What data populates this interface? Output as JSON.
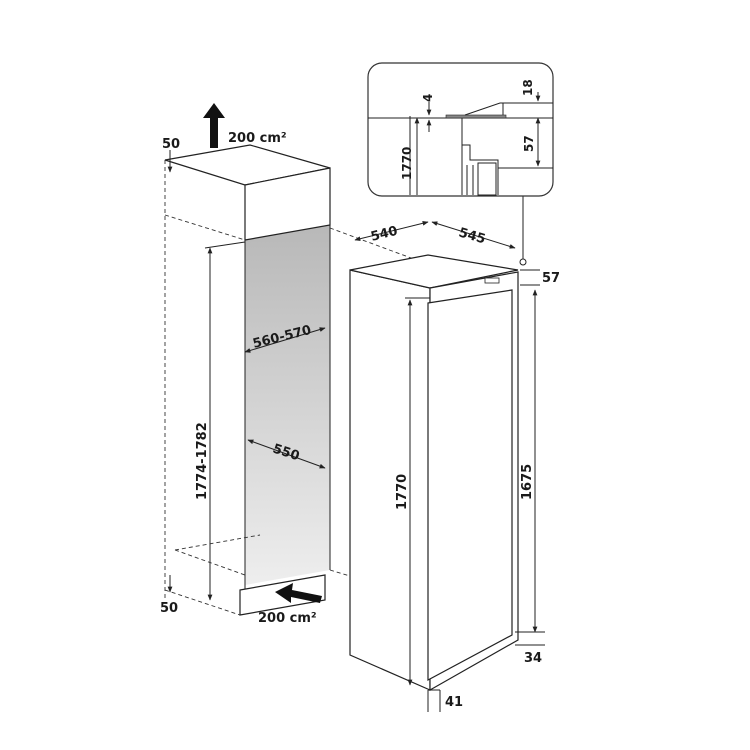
{
  "diagram": {
    "cabinet": {
      "top_clearance": "50",
      "top_vent_area": "200 cm²",
      "niche_height": "1774-1782",
      "niche_depth": "560-570",
      "niche_width": "550",
      "bottom_clearance": "50",
      "bottom_vent_area": "200 cm²"
    },
    "appliance": {
      "width": "540",
      "depth": "545",
      "top_offset": "57",
      "height": "1770",
      "door_height": "1675",
      "bottom_offset": "34",
      "foot_offset": "41"
    },
    "detail": {
      "gap": "4",
      "hinge_height": "18",
      "height": "1770",
      "top_offset": "57"
    }
  }
}
